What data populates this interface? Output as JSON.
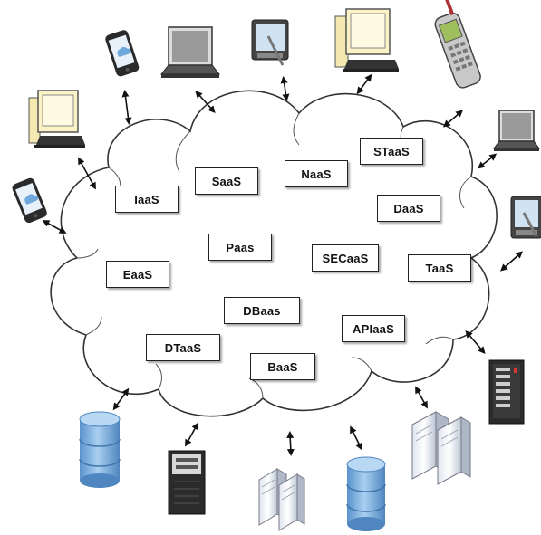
{
  "services": [
    {
      "key": "iaas",
      "label": "IaaS"
    },
    {
      "key": "saas",
      "label": "SaaS"
    },
    {
      "key": "naas",
      "label": "NaaS"
    },
    {
      "key": "staas",
      "label": "STaaS"
    },
    {
      "key": "daas",
      "label": "DaaS"
    },
    {
      "key": "paas",
      "label": "Paas"
    },
    {
      "key": "secaas",
      "label": "SECaaS"
    },
    {
      "key": "taas",
      "label": "TaaS"
    },
    {
      "key": "eaas",
      "label": "EaaS"
    },
    {
      "key": "dbaas",
      "label": "DBaas"
    },
    {
      "key": "apiaas",
      "label": "APIaaS"
    },
    {
      "key": "dtaas",
      "label": "DTaaS"
    },
    {
      "key": "baas",
      "label": "BaaS"
    }
  ],
  "devices": {
    "clients": [
      "smartphone-icon",
      "desktop-computer-icon",
      "laptop-icon",
      "tablet-icon",
      "feature-phone-icon"
    ],
    "backend": [
      "database-icon",
      "server-tower-icon",
      "server-rack-icon"
    ]
  },
  "colors": {
    "cloud_stroke": "#333333",
    "box_border": "#222222",
    "monitor_cream": "#fbf3c6",
    "database_blue": "#7fb1e0",
    "arrow": "#111111"
  }
}
